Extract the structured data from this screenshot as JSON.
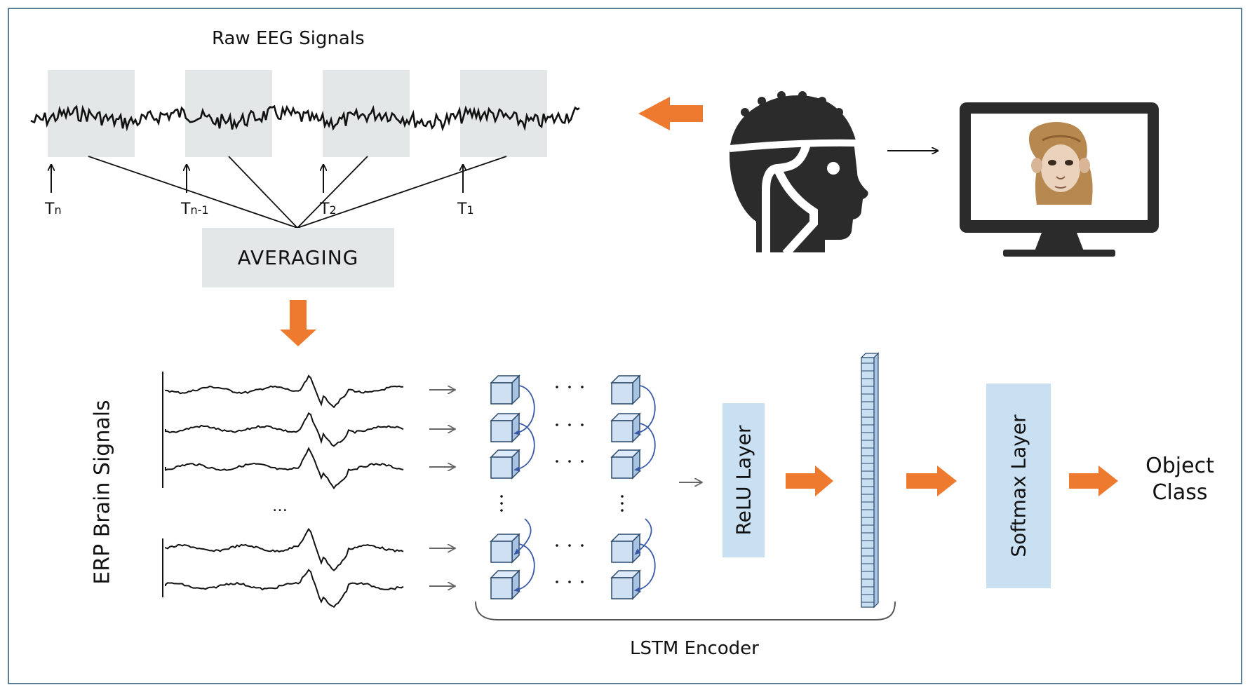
{
  "title": "Raw EEG  Signals",
  "averaging_label": "AVERAGING",
  "trials": [
    {
      "base": "T",
      "sub": "n"
    },
    {
      "base": "T",
      "sub": "n-1"
    },
    {
      "base": "T",
      "sub": "2"
    },
    {
      "base": "T",
      "sub": "1"
    }
  ],
  "erp_label": "ERP Brain Signals",
  "relu_label": "ReLU Layer",
  "softmax_label": "Softmax Layer",
  "lstm_label": "LSTM Encoder",
  "output_label_line1": "Object",
  "output_label_line2": "Class",
  "dots": "…",
  "colors": {
    "arrow_orange": "#ee7a2f",
    "layer_blue": "#c9dff2",
    "cell_blue": "#cfe0f3",
    "cell_stroke": "#2c4a6a",
    "recurrent_arrow": "#3a5aa6",
    "gray_box": "#e4e7e8",
    "border": "#5b7f96",
    "icon_dark": "#2b2b2b"
  }
}
